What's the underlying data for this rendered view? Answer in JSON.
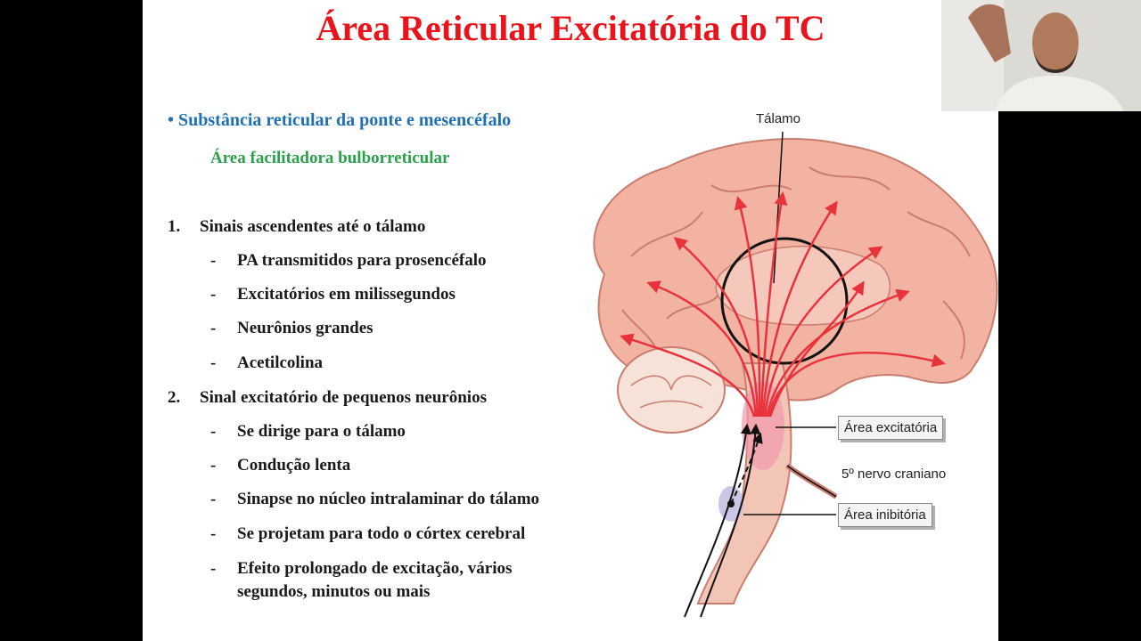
{
  "slide": {
    "title": "Área Reticular Excitatória do TC",
    "heading": "• Substância reticular da ponte e mesencéfalo",
    "subheading": "Área facilitadora bulborreticular",
    "list": [
      {
        "number": "1.",
        "text": "Sinais ascendentes até o tálamo",
        "items": [
          "PA transmitidos para prosencéfalo",
          "Excitatórios em milissegundos",
          "Neurônios grandes",
          "Acetilcolina"
        ]
      },
      {
        "number": "2.",
        "text": "Sinal excitatório de pequenos neurônios",
        "items": [
          "Se dirige para o tálamo",
          "Condução lenta",
          "Sinapse no núcleo intralaminar do tálamo",
          "Se projetam para todo o córtex cerebral",
          "Efeito prolongado de excitação, vários",
          "segundos, minutos ou mais"
        ]
      }
    ],
    "dash": "-"
  },
  "diagram": {
    "labels": {
      "talamo": "Tálamo",
      "area_excitatoria": "Área excitatória",
      "nervo": "5º nervo craniano",
      "area_inibitoria": "Área inibitória"
    }
  },
  "colors": {
    "title": "#e8141b",
    "heading": "#1f6fb4",
    "subheading": "#2aa14b",
    "brain": "#f3b3a3",
    "arrows": "#e8323c"
  }
}
